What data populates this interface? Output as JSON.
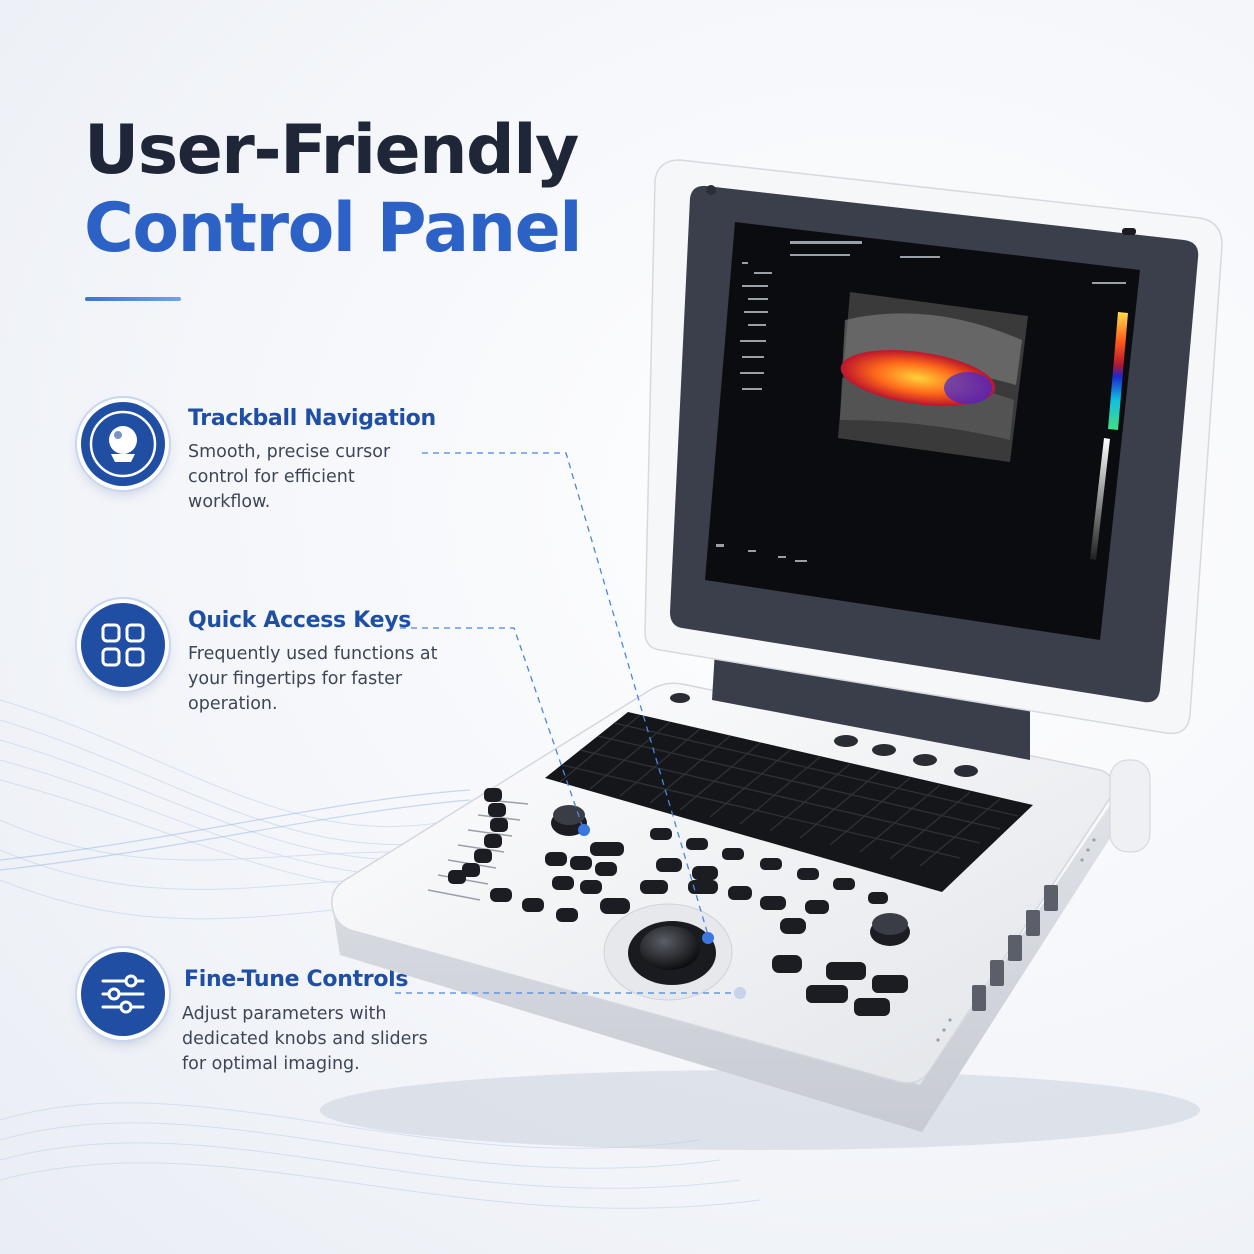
{
  "headline": {
    "line1": "User-Friendly",
    "line2": "Control Panel"
  },
  "features": [
    {
      "title": "Trackball Navigation",
      "description": "Smooth, precise cursor control for efficient workflow.",
      "icon": "trackball-icon"
    },
    {
      "title": "Quick Access Keys",
      "description": "Frequently used functions at your fingertips for faster operation.",
      "icon": "grid-keys-icon"
    },
    {
      "title": "Fine-Tune Controls",
      "description": "Adjust parameters with dedicated knobs and sliders for optimal imaging.",
      "icon": "sliders-icon"
    }
  ],
  "colors": {
    "headline_dark": "#1f2637",
    "accent_blue": "#2c62c6",
    "badge_blue": "#1f4ea3",
    "device_body": "#f2f3f5",
    "screen_bezel": "#3b3f4c"
  }
}
